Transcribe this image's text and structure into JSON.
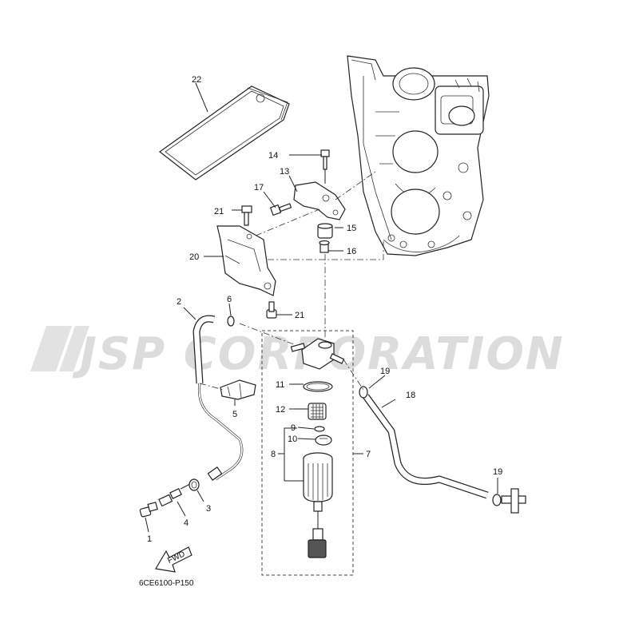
{
  "watermark": "JSP CORPORATION",
  "diagram_code": "6CE6100-P150",
  "fwd_label": "FWD",
  "callouts": {
    "c1": "1",
    "c2": "2",
    "c3": "3",
    "c4": "4",
    "c5": "5",
    "c6": "6",
    "c7": "7",
    "c8": "8",
    "c9": "9",
    "c10": "10",
    "c11": "11",
    "c12": "12",
    "c13": "13",
    "c14": "14",
    "c15": "15",
    "c16": "16",
    "c17": "17",
    "c18": "18",
    "c19a": "19",
    "c19b": "19",
    "c20": "20",
    "c21a": "21",
    "c21b": "21",
    "c22": "22"
  }
}
